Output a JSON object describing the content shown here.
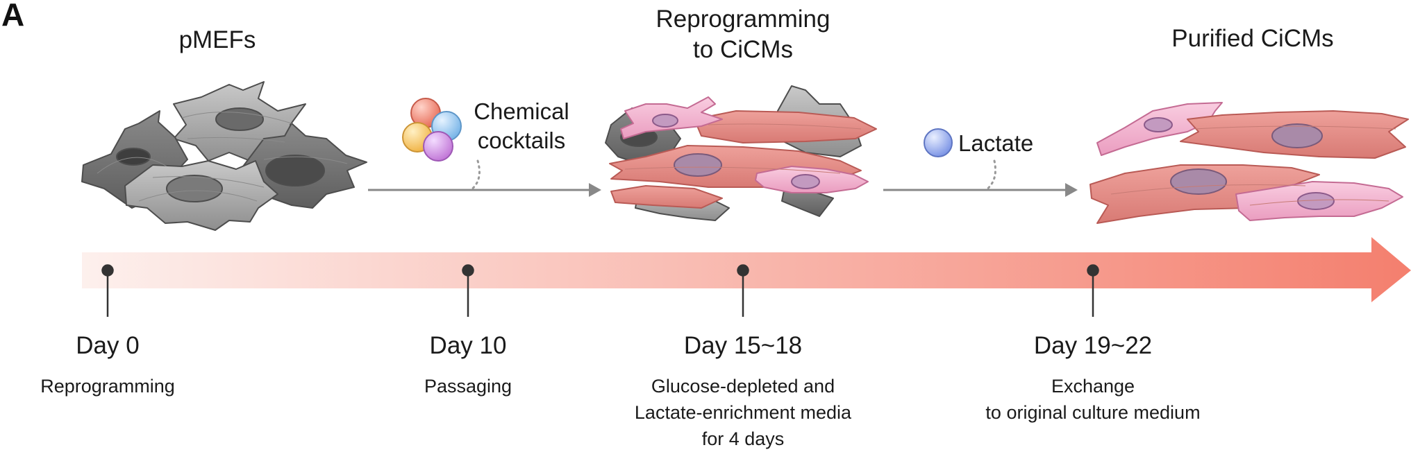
{
  "panel_label": "A",
  "stages": [
    {
      "title": "pMEFs"
    },
    {
      "title_line1": "Reprogramming",
      "title_line2": "to CiCMs"
    },
    {
      "title": "Purified CiCMs"
    }
  ],
  "reagents": {
    "chemical": {
      "line1": "Chemical",
      "line2": "cocktails"
    },
    "lactate": {
      "label": "Lactate"
    }
  },
  "timeline": [
    {
      "day": "Day 0",
      "desc": [
        "Reprogramming"
      ]
    },
    {
      "day": "Day 10",
      "desc": [
        "Passaging"
      ]
    },
    {
      "day": "Day 15~18",
      "desc": [
        "Glucose-depleted and",
        "Lactate-enrichment media",
        "for 4 days"
      ]
    },
    {
      "day": "Day 19~22",
      "desc": [
        "Exchange",
        "to original culture medium"
      ]
    }
  ],
  "colors": {
    "arrow_start": "#fdf0ed",
    "arrow_end": "#f47f6e",
    "fibroblast": "#a9a9a9",
    "cardiomyocyte_large": "#e08a86",
    "cardiomyocyte_small": "#f2b3cf",
    "nucleus": "#a98aa8",
    "ball_red": "#e8705c",
    "ball_blue": "#7bb6e8",
    "ball_yellow": "#f1b64a",
    "ball_purple": "#c37ad8",
    "lactate_ball": "#7f97e6"
  }
}
